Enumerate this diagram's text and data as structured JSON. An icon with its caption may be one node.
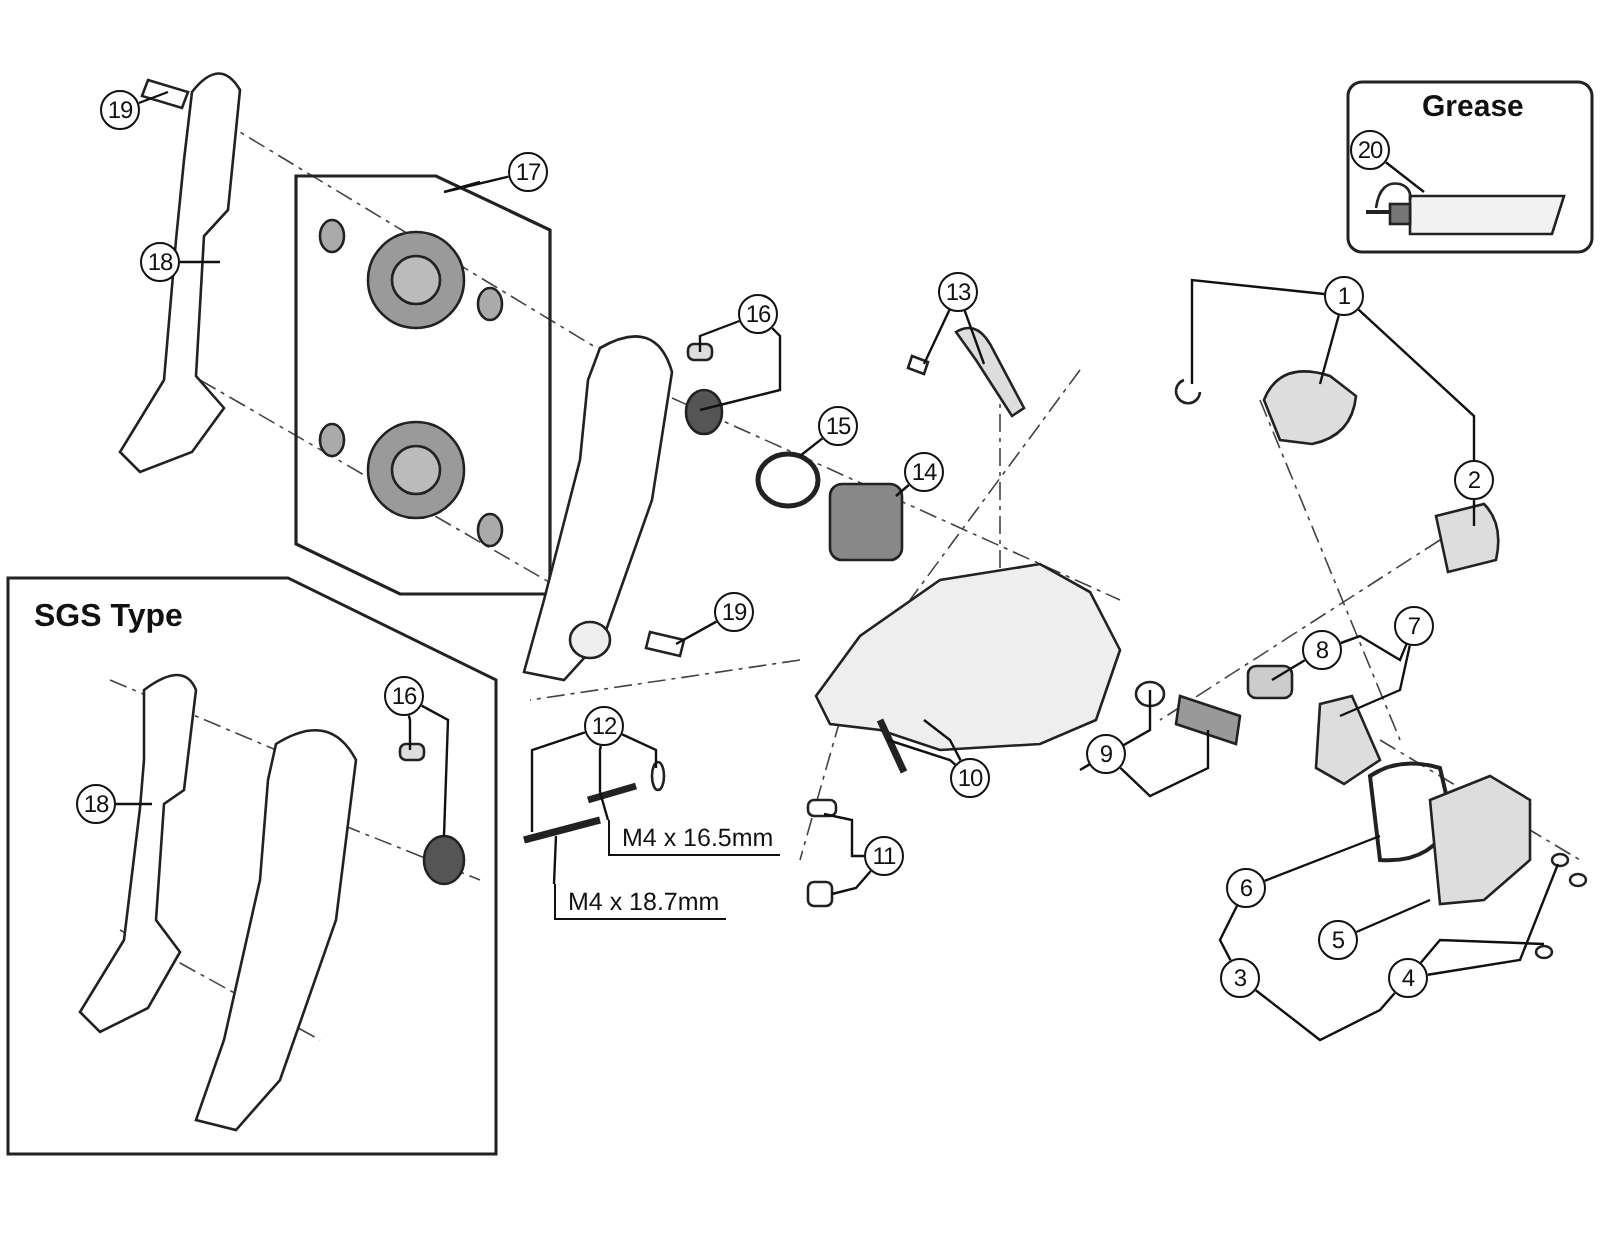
{
  "diagram": {
    "nodes": [
      {
        "text": [
          "Grease"
        ]
      },
      {
        "text": [
          "20"
        ],
        "in": 0
      },
      {
        "text": [
          "19"
        ]
      },
      {
        "text": [
          "17"
        ]
      },
      {
        "text": [
          "18"
        ]
      },
      {
        "text": [
          "16"
        ]
      },
      {
        "text": [
          "13"
        ]
      },
      {
        "text": [
          "1"
        ]
      },
      {
        "text": [
          "15"
        ]
      },
      {
        "text": [
          "14"
        ]
      },
      {
        "text": [
          "2"
        ]
      },
      {
        "text": [
          "SGS Type"
        ]
      },
      {
        "text": [
          "18"
        ],
        "in": 11
      },
      {
        "text": [
          "16"
        ],
        "in": 11
      },
      {
        "text": [
          "19"
        ]
      },
      {
        "text": [
          "12"
        ]
      },
      {
        "text": [
          "8"
        ]
      },
      {
        "text": [
          "7"
        ]
      },
      {
        "text": [
          "M4 x 16.5mm"
        ]
      },
      {
        "text": [
          "9"
        ]
      },
      {
        "text": [
          "10"
        ]
      },
      {
        "text": [
          "M4 x 18.7mm"
        ]
      },
      {
        "text": [
          "11"
        ]
      },
      {
        "text": [
          "6"
        ]
      },
      {
        "text": [
          "5"
        ]
      },
      {
        "text": [
          "3"
        ]
      },
      {
        "text": [
          "4"
        ]
      }
    ],
    "edges": [
      {
        "from": 1,
        "to": null,
        "arrow": "none"
      },
      {
        "from": 2,
        "to": null,
        "arrow": "none"
      },
      {
        "from": 3,
        "to": null,
        "arrow": "none"
      },
      {
        "from": 4,
        "to": null,
        "arrow": "none"
      },
      {
        "from": 5,
        "to": null,
        "arrow": "none"
      },
      {
        "from": 5,
        "to": null,
        "arrow": "none"
      },
      {
        "from": 6,
        "to": null,
        "arrow": "none"
      },
      {
        "from": 6,
        "to": null,
        "arrow": "none"
      },
      {
        "from": 7,
        "to": null,
        "arrow": "none"
      },
      {
        "from": 7,
        "to": null,
        "arrow": "none"
      },
      {
        "from": 7,
        "to": 10,
        "arrow": "none"
      },
      {
        "from": 8,
        "to": null,
        "arrow": "none"
      },
      {
        "from": 9,
        "to": null,
        "arrow": "none"
      },
      {
        "from": 10,
        "to": null,
        "arrow": "none"
      },
      {
        "from": 12,
        "to": null,
        "arrow": "none"
      },
      {
        "from": 13,
        "to": null,
        "arrow": "none"
      },
      {
        "from": 13,
        "to": null,
        "arrow": "none"
      },
      {
        "from": 14,
        "to": null,
        "arrow": "none"
      },
      {
        "from": 15,
        "to": null,
        "arrow": "none"
      },
      {
        "from": 15,
        "to": null,
        "arrow": "none"
      },
      {
        "from": 15,
        "to": null,
        "arrow": "none"
      },
      {
        "from": 16,
        "to": null,
        "arrow": "none"
      },
      {
        "from": 17,
        "to": 16,
        "arrow": "none"
      },
      {
        "from": 17,
        "to": null,
        "arrow": "none"
      },
      {
        "from": 18,
        "to": null,
        "arrow": "none"
      },
      {
        "from": 19,
        "to": null,
        "arrow": "none"
      },
      {
        "from": 19,
        "to": null,
        "arrow": "none"
      },
      {
        "from": 20,
        "to": null,
        "arrow": "none"
      },
      {
        "from": 20,
        "to": null,
        "arrow": "none"
      },
      {
        "from": 21,
        "to": null,
        "arrow": "none"
      },
      {
        "from": 22,
        "to": null,
        "arrow": "none"
      },
      {
        "from": 22,
        "to": null,
        "arrow": "none"
      },
      {
        "from": 23,
        "to": null,
        "arrow": "none"
      },
      {
        "from": 24,
        "to": null,
        "arrow": "none"
      },
      {
        "from": 25,
        "to": 23,
        "arrow": "none"
      },
      {
        "from": 25,
        "to": 26,
        "arrow": "none"
      },
      {
        "from": 26,
        "to": null,
        "arrow": "none"
      },
      {
        "from": 26,
        "to": null,
        "arrow": "none"
      }
    ]
  }
}
